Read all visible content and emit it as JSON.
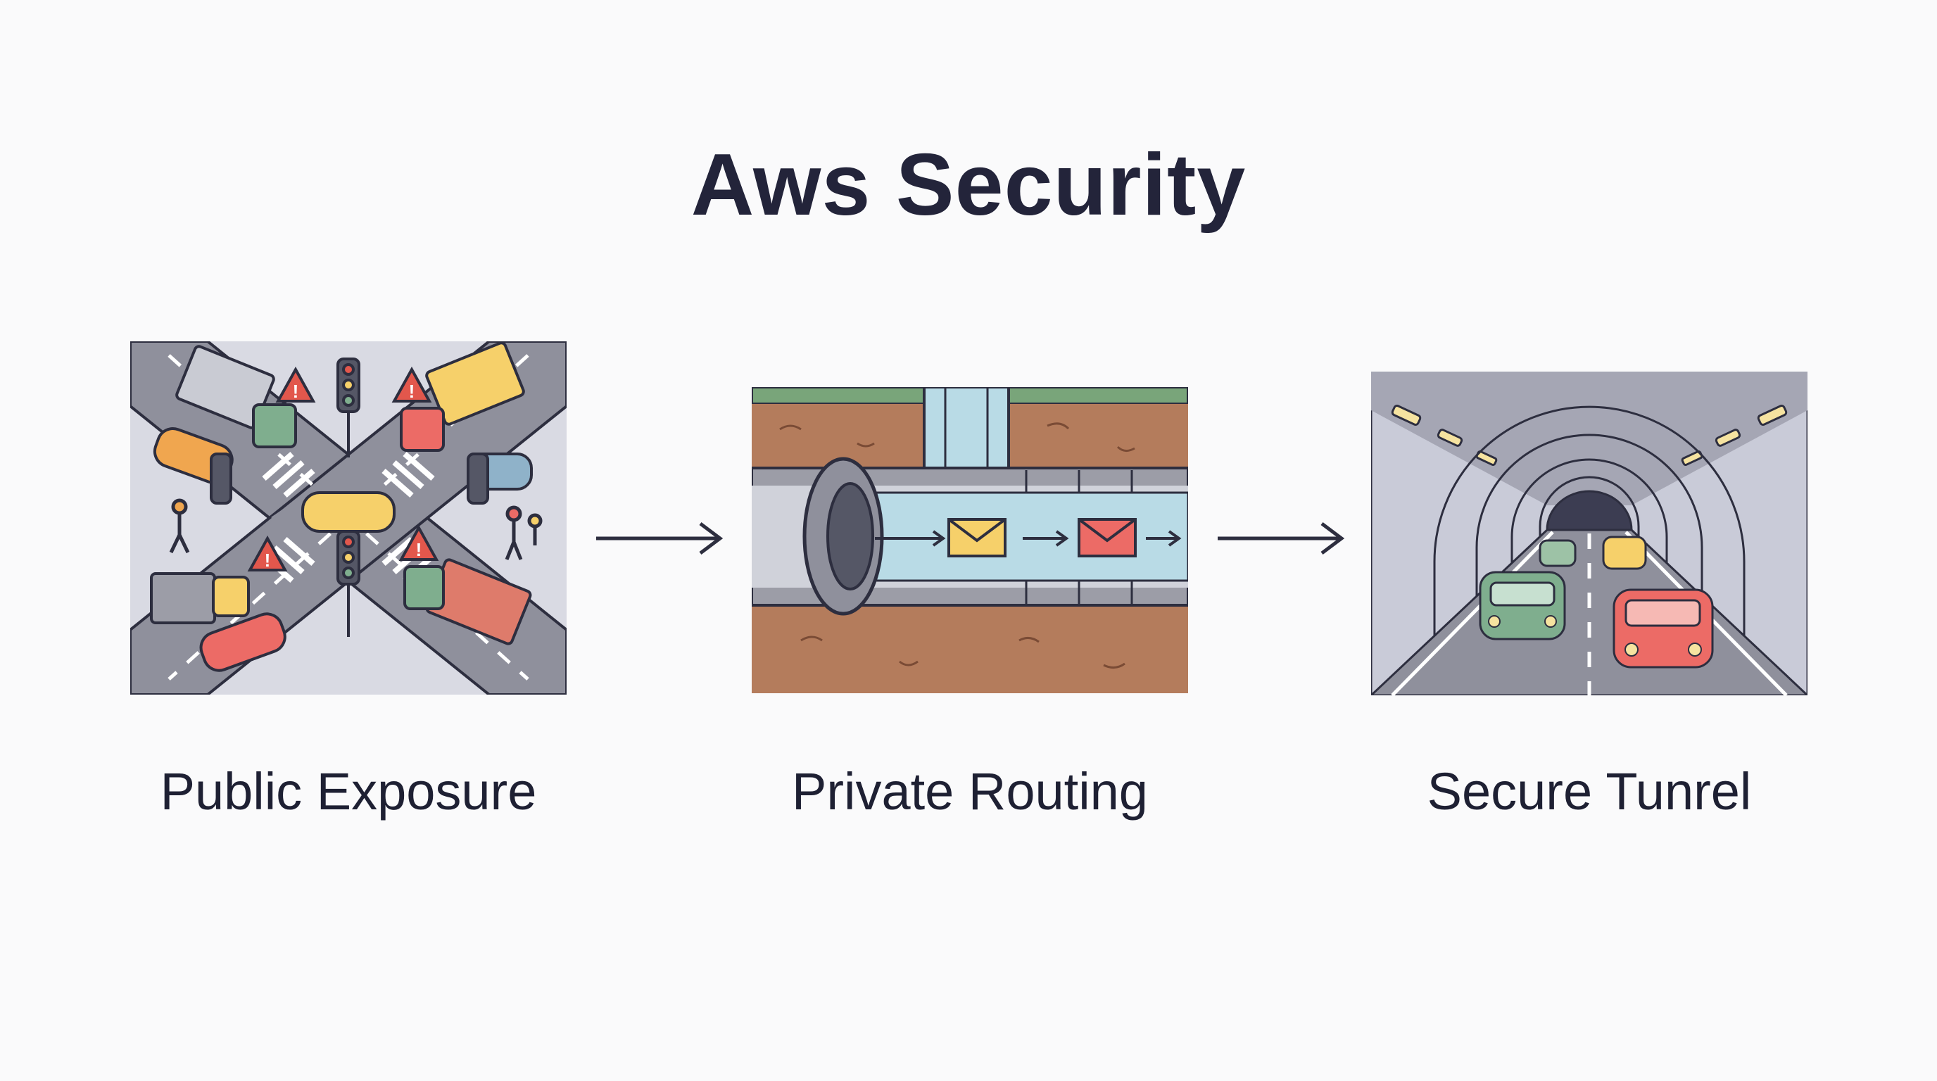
{
  "title": "Aws Security",
  "stages": [
    {
      "label": "Public Exposure",
      "icon": "traffic-intersection-icon"
    },
    {
      "label": "Private Routing",
      "icon": "underground-pipe-icon"
    },
    {
      "label": "Secure Tunrel",
      "icon": "road-tunnel-icon"
    }
  ],
  "colors": {
    "ink": "#23243a",
    "warning": "#e2574c",
    "car_yellow": "#f6d06a",
    "car_red": "#ec6b66",
    "car_green": "#7fae8e",
    "soil": "#b47c5c",
    "pipe": "#b9dbe6",
    "grass": "#79a57a"
  }
}
